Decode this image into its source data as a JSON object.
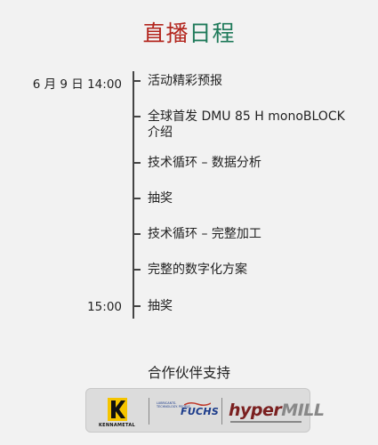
{
  "header": {
    "title_chars": [
      {
        "char": "直",
        "color": "#b3261e"
      },
      {
        "char": "播",
        "color": "#b3261e"
      },
      {
        "char": "日",
        "color": "#1f7a5a"
      },
      {
        "char": "程",
        "color": "#1f7a5a"
      }
    ]
  },
  "schedule": {
    "start_time": "6 月 9 日  14:00",
    "end_time": "15:00",
    "events": [
      "活动精彩预报",
      "全球首发 DMU 85 H monoBLOCK 介绍",
      "技术循环 – 数据分析",
      "抽奖",
      "技术循环 – 完整加工",
      "完整的数字化方案",
      "抽奖"
    ]
  },
  "partners": {
    "title": "合作伙伴支持",
    "logos": {
      "kennametal": "KENNAMETAL",
      "fuchs_tagline": "LUBRICANTS. TECHNOLOGY. PEOPLE.",
      "fuchs": "FUCHS",
      "hypermill_main": "hyper",
      "hypermill_suffix": "MILL"
    }
  }
}
